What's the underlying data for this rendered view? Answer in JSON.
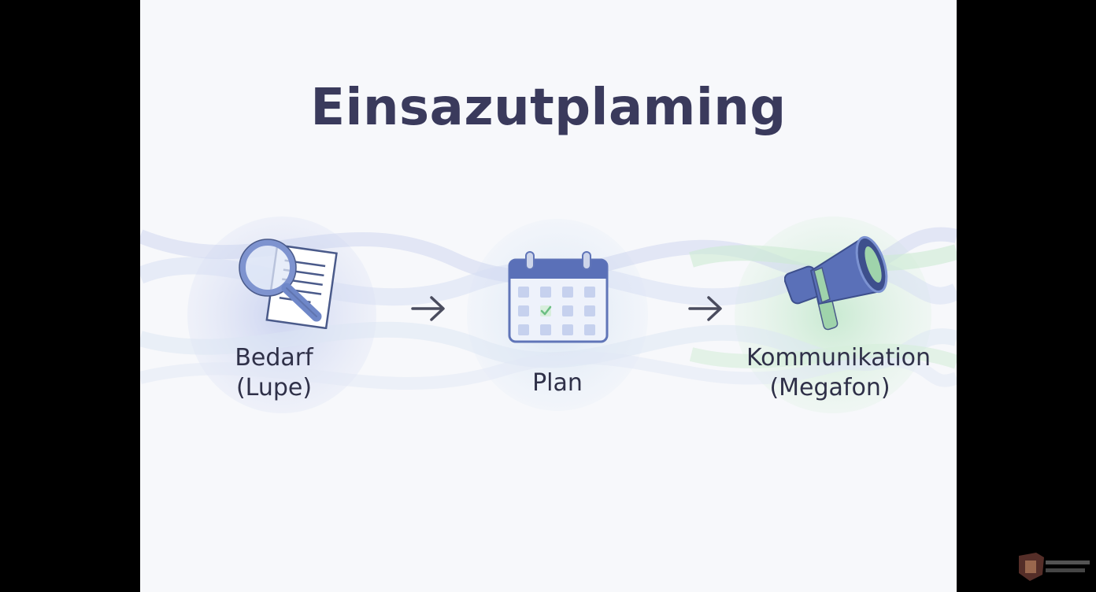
{
  "title": "Einsazutplaming",
  "steps": [
    {
      "label_line1": "Bedarf",
      "label_line2": "(Lupe)",
      "icon": "magnifier-document-icon"
    },
    {
      "label_line1": "Plan",
      "label_line2": "",
      "icon": "calendar-icon"
    },
    {
      "label_line1": "Kommunikation",
      "label_line2": "(Megafon)",
      "icon": "megaphone-icon"
    }
  ],
  "colors": {
    "title": "#3a3a5c",
    "label": "#2f3048",
    "icon_blue": "#5a70b8",
    "icon_light_blue": "#c9d4f0",
    "accent_green": "#8fcf9f",
    "arrow": "#4a4c5e"
  }
}
